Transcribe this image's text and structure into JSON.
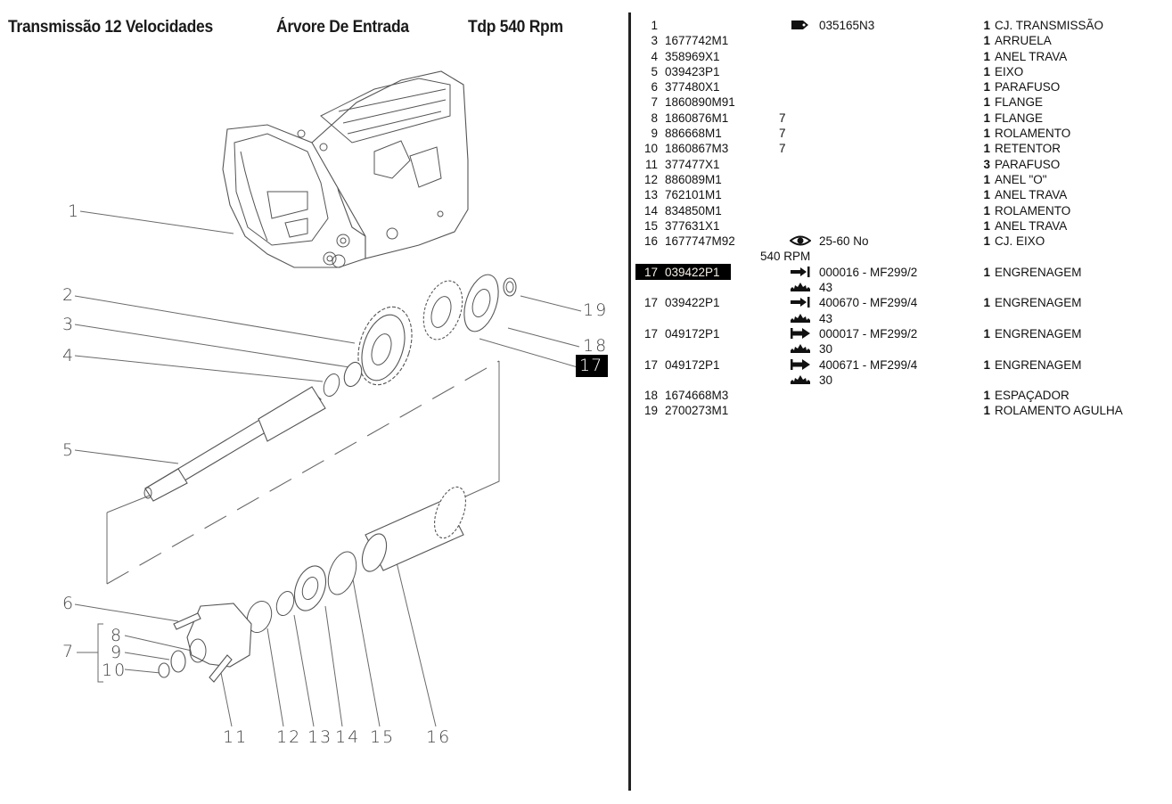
{
  "header": {
    "title_1": "Transmissão 12 Velocidades",
    "title_2": "Árvore De Entrada",
    "title_3": "Tdp 540 Rpm"
  },
  "diagram": {
    "callouts": {
      "c1": "1",
      "c2": "2",
      "c3": "3",
      "c4": "4",
      "c5": "5",
      "c6": "6",
      "c7": "7",
      "c8": "8",
      "c9": "9",
      "c10": "10",
      "c11": "11",
      "c12": "12",
      "c13": "13",
      "c14": "14",
      "c15": "15",
      "c16": "16",
      "c17": "17",
      "c18": "18",
      "c19": "19"
    },
    "highlighted_callout": "17"
  },
  "icons": {
    "tag": "tag-icon",
    "eye": "eye-icon",
    "up_to_serial": "arrow-to-bar-icon",
    "from_serial": "bar-arrow-icon",
    "teeth": "gear-teeth-icon"
  },
  "parts": [
    {
      "ref": "1",
      "part": "",
      "sub": "",
      "info_icon": "tag",
      "info": "035165N3",
      "qty": "1",
      "desc": "CJ. TRANSMISSÃO"
    },
    {
      "ref": "3",
      "part": "1677742M1",
      "sub": "",
      "qty": "1",
      "desc": "ARRUELA"
    },
    {
      "ref": "4",
      "part": "358969X1",
      "sub": "",
      "qty": "1",
      "desc": "ANEL TRAVA"
    },
    {
      "ref": "5",
      "part": "039423P1",
      "sub": "",
      "qty": "1",
      "desc": "EIXO"
    },
    {
      "ref": "6",
      "part": "377480X1",
      "sub": "",
      "qty": "1",
      "desc": "PARAFUSO"
    },
    {
      "ref": "7",
      "part": "1860890M91",
      "sub": "",
      "qty": "1",
      "desc": "FLANGE"
    },
    {
      "ref": "8",
      "part": "1860876M1",
      "sub": "7",
      "qty": "1",
      "desc": "FLANGE"
    },
    {
      "ref": "9",
      "part": "886668M1",
      "sub": "7",
      "qty": "1",
      "desc": "ROLAMENTO"
    },
    {
      "ref": "10",
      "part": "1860867M3",
      "sub": "7",
      "qty": "1",
      "desc": "RETENTOR"
    },
    {
      "ref": "11",
      "part": "377477X1",
      "sub": "",
      "qty": "3",
      "desc": "PARAFUSO"
    },
    {
      "ref": "12",
      "part": "886089M1",
      "sub": "",
      "qty": "1",
      "desc": "ANEL \"O\""
    },
    {
      "ref": "13",
      "part": "762101M1",
      "sub": "",
      "qty": "1",
      "desc": "ANEL TRAVA"
    },
    {
      "ref": "14",
      "part": "834850M1",
      "sub": "",
      "qty": "1",
      "desc": "ROLAMENTO"
    },
    {
      "ref": "15",
      "part": "377631X1",
      "sub": "",
      "qty": "1",
      "desc": "ANEL TRAVA"
    },
    {
      "ref": "16",
      "part": "1677747M92",
      "sub": "",
      "info_icon": "eye",
      "info": "25-60 No",
      "info_2": "540 RPM",
      "qty": "1",
      "desc": "CJ. EIXO"
    },
    {
      "ref": "17",
      "part": "039422P1",
      "highlighted": true,
      "info_icon": "up_to_serial",
      "info": "000016 - MF299/2",
      "info_2_icon": "teeth",
      "info_2": "43",
      "qty": "1",
      "desc": "ENGRENAGEM"
    },
    {
      "ref": "17",
      "part": "039422P1",
      "info_icon": "up_to_serial",
      "info": "400670 - MF299/4",
      "info_2_icon": "teeth",
      "info_2": "43",
      "qty": "1",
      "desc": "ENGRENAGEM"
    },
    {
      "ref": "17",
      "part": "049172P1",
      "info_icon": "from_serial",
      "info": "000017 - MF299/2",
      "info_2_icon": "teeth",
      "info_2": "30",
      "qty": "1",
      "desc": "ENGRENAGEM"
    },
    {
      "ref": "17",
      "part": "049172P1",
      "info_icon": "from_serial",
      "info": "400671 - MF299/4",
      "info_2_icon": "teeth",
      "info_2": "30",
      "qty": "1",
      "desc": "ENGRENAGEM"
    },
    {
      "ref": "18",
      "part": "1674668M3",
      "sub": "",
      "qty": "1",
      "desc": "ESPAÇADOR"
    },
    {
      "ref": "19",
      "part": "2700273M1",
      "sub": "",
      "qty": "1",
      "desc": "ROLAMENTO AGULHA"
    }
  ]
}
